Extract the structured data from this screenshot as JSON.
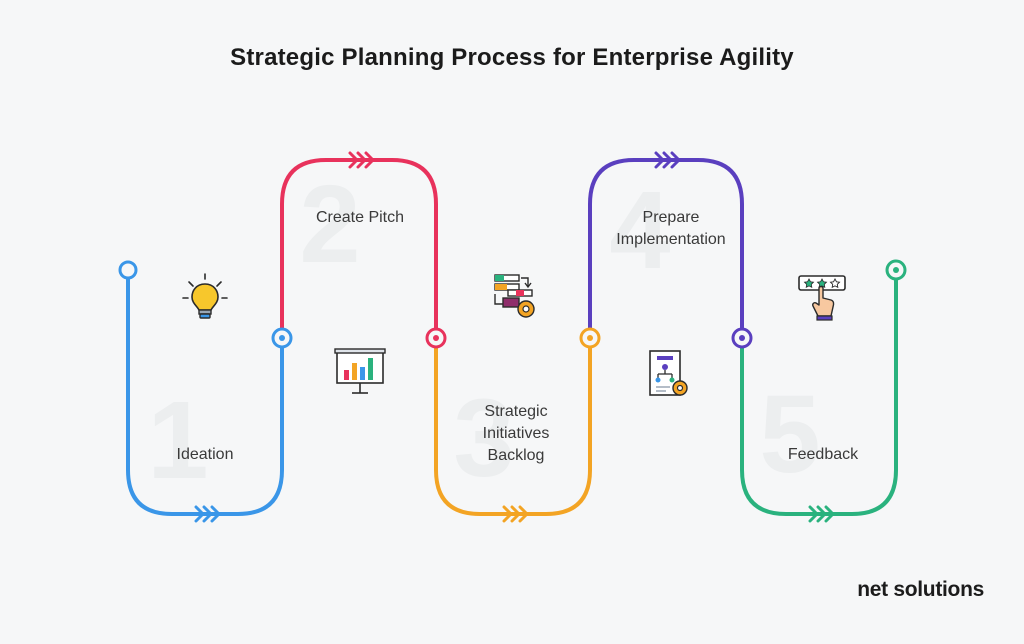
{
  "title": "Strategic Planning Process for Enterprise Agility",
  "brand": "net solutions",
  "colors": {
    "step1": "#3a96e8",
    "step2": "#e8325c",
    "step3": "#f3a424",
    "step4": "#5a3fbf",
    "step5": "#2ab27e",
    "background": "#f6f7f8",
    "numeral": "#eceeef"
  },
  "steps": [
    {
      "number": "1",
      "label": "Ideation",
      "icon": "lightbulb-icon"
    },
    {
      "number": "2",
      "label": "Create Pitch",
      "icon": "presentation-chart-icon"
    },
    {
      "number": "3",
      "label_lines": [
        "Strategic",
        "Initiatives",
        "Backlog"
      ],
      "icon": "backlog-gear-icon"
    },
    {
      "number": "4",
      "label_lines": [
        "Prepare",
        "Implementation"
      ],
      "icon": "document-flowchart-icon"
    },
    {
      "number": "5",
      "label": "Feedback",
      "icon": "star-rating-hand-icon"
    }
  ]
}
